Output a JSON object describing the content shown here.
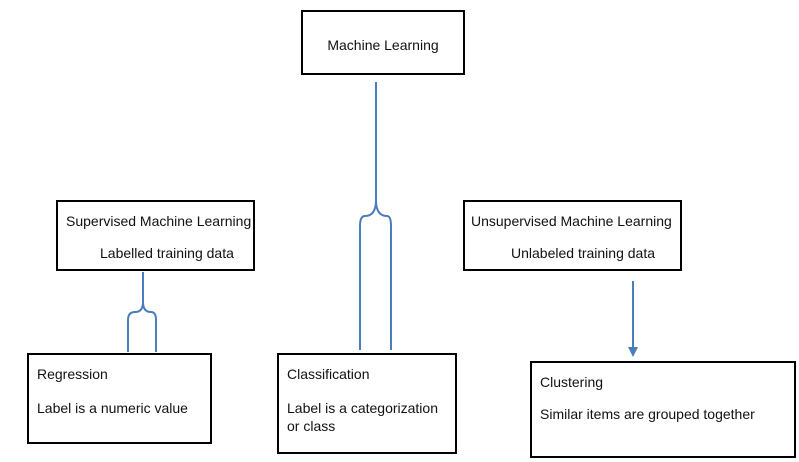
{
  "diagram": {
    "root": {
      "title": "Machine Learning"
    },
    "supervised": {
      "title": "Supervised Machine Learning",
      "subtitle": "Labelled training data"
    },
    "unsupervised": {
      "title": "Unsupervised Machine Learning",
      "subtitle": "Unlabeled training data"
    },
    "regression": {
      "title": "Regression",
      "description": "Label is a numeric value"
    },
    "classification": {
      "title": "Classification",
      "description": "Label is a categorization or class"
    },
    "clustering": {
      "title": "Clustering",
      "description": "Similar items are grouped together"
    }
  },
  "colors": {
    "connector": "#4a7ebb",
    "box_border": "#000000",
    "text": "#111111"
  }
}
